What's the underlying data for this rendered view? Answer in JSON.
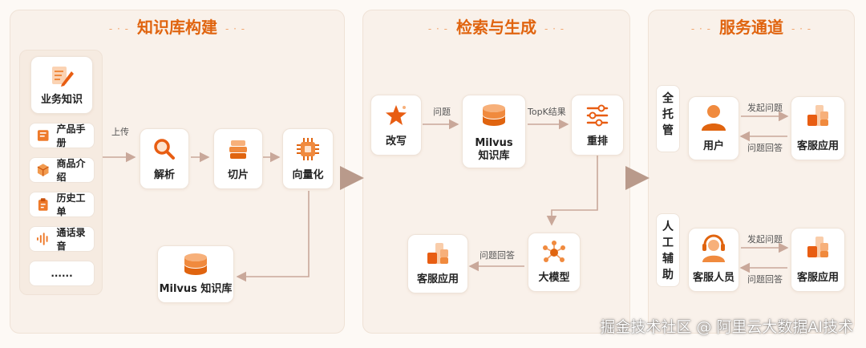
{
  "panels": {
    "build": {
      "title": "知识库构建",
      "sources": {
        "header": "业务知识",
        "items": [
          "产品手册",
          "商品介绍",
          "历史工单",
          "通话录音",
          "......"
        ]
      },
      "upload_label": "上传",
      "steps": {
        "parse": "解析",
        "chunk": "切片",
        "vectorize": "向量化"
      },
      "kb": "Milvus 知识库"
    },
    "retrieval": {
      "title": "检索与生成",
      "rewrite": "改写",
      "question_label": "问题",
      "kb_line1": "Milvus",
      "kb_line2": "知识库",
      "topk_label": "TopK结果",
      "rerank": "重排",
      "llm": "大模型",
      "answer_label": "问题回答",
      "app": "客服应用"
    },
    "service": {
      "title": "服务通道",
      "full": {
        "chars": [
          "全",
          "托",
          "管"
        ],
        "user": "用户",
        "ask": "发起问题",
        "answer": "问题回答",
        "app": "客服应用"
      },
      "manual": {
        "chars": [
          "人",
          "工",
          "辅",
          "助"
        ],
        "agent": "客服人员",
        "ask": "发起问题",
        "answer": "问题回答",
        "app": "客服应用"
      }
    }
  },
  "watermark": "掘金技术社区 @ 阿里云大数据AI技术",
  "colors": {
    "accent": "#e0640f",
    "arrow": "#c9a89a",
    "panel": "#f9f1ea"
  }
}
